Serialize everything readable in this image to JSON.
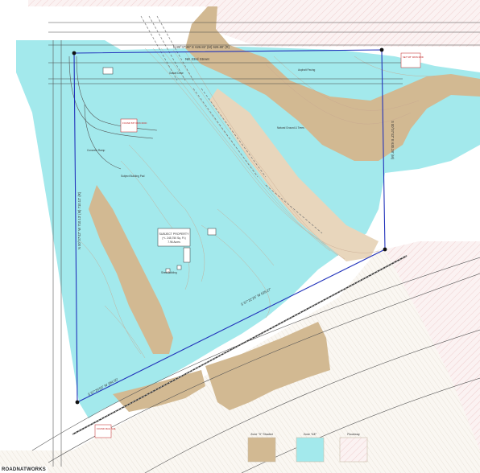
{
  "map": {
    "street_name": "NE 23rd Street",
    "north_boundary": "N 89°47'26\" E 626.82' (M) 626.80' (R)",
    "west_boundary": "N 00°07'42\" W 710.13' (M) 710.12' (R)",
    "east_boundary": "S 00°07'42\" E 630.28' (M)",
    "south_boundary": "S 57°25'00\" W 294.50'",
    "rail_boundary": "S 57°22'25\" W 626.27'",
    "subject_property": {
      "title": "SUBJECT PROPERTY",
      "area_sqft": "(+/- 245,750 Sq. Ft.)",
      "area_acres": "7.96 Acres"
    },
    "labels": {
      "concrete_ramp": "Concrete Ramp",
      "asphalt_paving": "Asphalt Paving",
      "natural_ground": "Natural Ground & Trees",
      "shed_building": "Shed Building",
      "subject_building": "Subject Building Pad",
      "gravel_drive": "Gravel Drive"
    },
    "monuments": [
      "FOUND 5/8\" IRON ROD",
      "SET 5/8\" IRON ROD",
      "FOUND MAG NAIL",
      "FOUND 5/8\" IRON ROD"
    ]
  },
  "legend": {
    "items": [
      {
        "label": "Zone \"X\" Shaded",
        "color": "#d2b992"
      },
      {
        "label": "Zone \"AE\"",
        "color": "#a3e9ec"
      },
      {
        "label": "Floodway",
        "color": "#f3e4e4"
      }
    ]
  },
  "watermark": "ROADNATWORKS",
  "colors": {
    "zone_ae": "#a3e9ec",
    "zone_x": "#d2b992",
    "floodway": "#f3e4e4",
    "boundary": "#2233bb",
    "contour": "#c8a890",
    "rail": "#333333"
  }
}
